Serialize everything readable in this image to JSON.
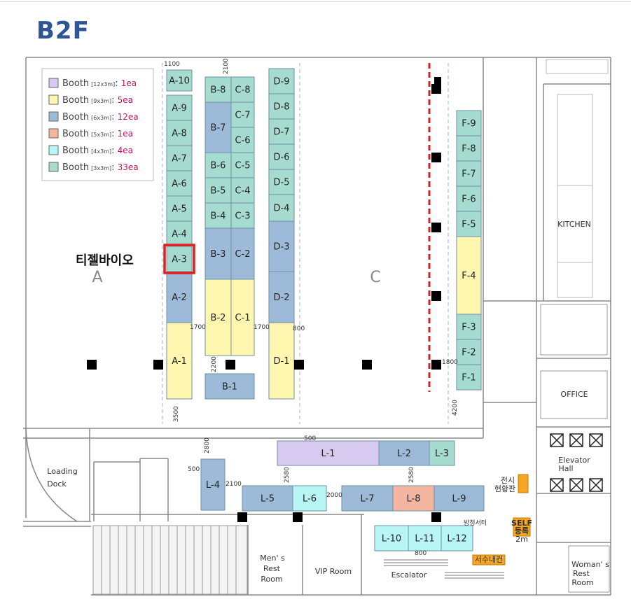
{
  "floor_title": "B2F",
  "highlight_label": "티젤바이오",
  "colors": {
    "booth_12x3": "#d7c9f0",
    "booth_9x3": "#fff7b0",
    "booth_6x3": "#9dbbd8",
    "booth_5x3": "#f4b6a0",
    "booth_4x3": "#b8f5f5",
    "booth_3x3": "#a6dcd0",
    "highlight": "#e02020",
    "divider": "#d42020"
  },
  "legend": [
    {
      "label": "Booth",
      "size": "[12x3m]",
      "count": "1ea",
      "type": "booth_12x3"
    },
    {
      "label": "Booth",
      "size": "[9x3m]",
      "count": "5ea",
      "type": "booth_9x3"
    },
    {
      "label": "Booth",
      "size": "[6x3m]",
      "count": "12ea",
      "type": "booth_6x3"
    },
    {
      "label": "Booth",
      "size": "[5x3m]",
      "count": "1ea",
      "type": "booth_5x3"
    },
    {
      "label": "Booth",
      "size": "[4x3m]",
      "count": "4ea",
      "type": "booth_4x3"
    },
    {
      "label": "Booth",
      "size": "[3x3m]",
      "count": "33ea",
      "type": "booth_3x3"
    }
  ],
  "zones": [
    "A",
    "C"
  ],
  "rooms": {
    "kitchen": "KITCHEN",
    "office": "OFFICE",
    "elevator": [
      "Elevator",
      "Hall"
    ],
    "loading": [
      "Loading",
      "Dock"
    ],
    "mens": [
      "Men' s",
      "Rest",
      "Room"
    ],
    "vip": "VIP Room",
    "escalator": "Escalator",
    "womans": [
      "Woman' s",
      "Rest",
      "Room"
    ],
    "status_board": [
      "전시",
      "현황판"
    ],
    "self_reg": [
      "SELF",
      "등록"
    ],
    "self_reg_size": "2m",
    "korean_sign": "서수내컨",
    "signage_strip": "방정서터"
  },
  "dimensions": [
    "1100",
    "2100",
    "1700",
    "1700",
    "800",
    "2200",
    "3500",
    "1800",
    "4200",
    "500",
    "2800",
    "500",
    "2100",
    "2580",
    "2000",
    "2580",
    "800"
  ],
  "booths": [
    {
      "id": "A-10",
      "type": "booth_3x3"
    },
    {
      "id": "A-9",
      "type": "booth_3x3"
    },
    {
      "id": "A-8",
      "type": "booth_3x3"
    },
    {
      "id": "A-7",
      "type": "booth_3x3"
    },
    {
      "id": "A-6",
      "type": "booth_3x3"
    },
    {
      "id": "A-5",
      "type": "booth_3x3"
    },
    {
      "id": "A-4",
      "type": "booth_3x3"
    },
    {
      "id": "A-3",
      "type": "booth_3x3"
    },
    {
      "id": "A-2",
      "type": "booth_6x3"
    },
    {
      "id": "A-1",
      "type": "booth_9x3"
    },
    {
      "id": "B-8",
      "type": "booth_3x3"
    },
    {
      "id": "B-7",
      "type": "booth_6x3"
    },
    {
      "id": "B-6",
      "type": "booth_3x3"
    },
    {
      "id": "B-5",
      "type": "booth_3x3"
    },
    {
      "id": "B-4",
      "type": "booth_3x3"
    },
    {
      "id": "B-3",
      "type": "booth_6x3"
    },
    {
      "id": "B-2",
      "type": "booth_9x3"
    },
    {
      "id": "B-1",
      "type": "booth_6x3"
    },
    {
      "id": "C-8",
      "type": "booth_3x3"
    },
    {
      "id": "C-7",
      "type": "booth_3x3"
    },
    {
      "id": "C-6",
      "type": "booth_3x3"
    },
    {
      "id": "C-5",
      "type": "booth_3x3"
    },
    {
      "id": "C-4",
      "type": "booth_3x3"
    },
    {
      "id": "C-3",
      "type": "booth_3x3"
    },
    {
      "id": "C-2",
      "type": "booth_6x3"
    },
    {
      "id": "C-1",
      "type": "booth_9x3"
    },
    {
      "id": "D-9",
      "type": "booth_3x3"
    },
    {
      "id": "D-8",
      "type": "booth_3x3"
    },
    {
      "id": "D-7",
      "type": "booth_3x3"
    },
    {
      "id": "D-6",
      "type": "booth_3x3"
    },
    {
      "id": "D-5",
      "type": "booth_3x3"
    },
    {
      "id": "D-4",
      "type": "booth_3x3"
    },
    {
      "id": "D-3",
      "type": "booth_6x3"
    },
    {
      "id": "D-2",
      "type": "booth_6x3"
    },
    {
      "id": "D-1",
      "type": "booth_9x3"
    },
    {
      "id": "F-9",
      "type": "booth_3x3"
    },
    {
      "id": "F-8",
      "type": "booth_3x3"
    },
    {
      "id": "F-7",
      "type": "booth_3x3"
    },
    {
      "id": "F-6",
      "type": "booth_3x3"
    },
    {
      "id": "F-5",
      "type": "booth_3x3"
    },
    {
      "id": "F-4",
      "type": "booth_9x3"
    },
    {
      "id": "F-3",
      "type": "booth_3x3"
    },
    {
      "id": "F-2",
      "type": "booth_3x3"
    },
    {
      "id": "F-1",
      "type": "booth_3x3"
    },
    {
      "id": "L-1",
      "type": "booth_12x3"
    },
    {
      "id": "L-2",
      "type": "booth_6x3"
    },
    {
      "id": "L-3",
      "type": "booth_3x3"
    },
    {
      "id": "L-4",
      "type": "booth_6x3"
    },
    {
      "id": "L-5",
      "type": "booth_6x3"
    },
    {
      "id": "L-6",
      "type": "booth_4x3"
    },
    {
      "id": "L-7",
      "type": "booth_6x3"
    },
    {
      "id": "L-8",
      "type": "booth_5x3"
    },
    {
      "id": "L-9",
      "type": "booth_6x3"
    },
    {
      "id": "L-10",
      "type": "booth_4x3"
    },
    {
      "id": "L-11",
      "type": "booth_4x3"
    },
    {
      "id": "L-12",
      "type": "booth_4x3"
    }
  ],
  "highlighted_booth": "A-3"
}
